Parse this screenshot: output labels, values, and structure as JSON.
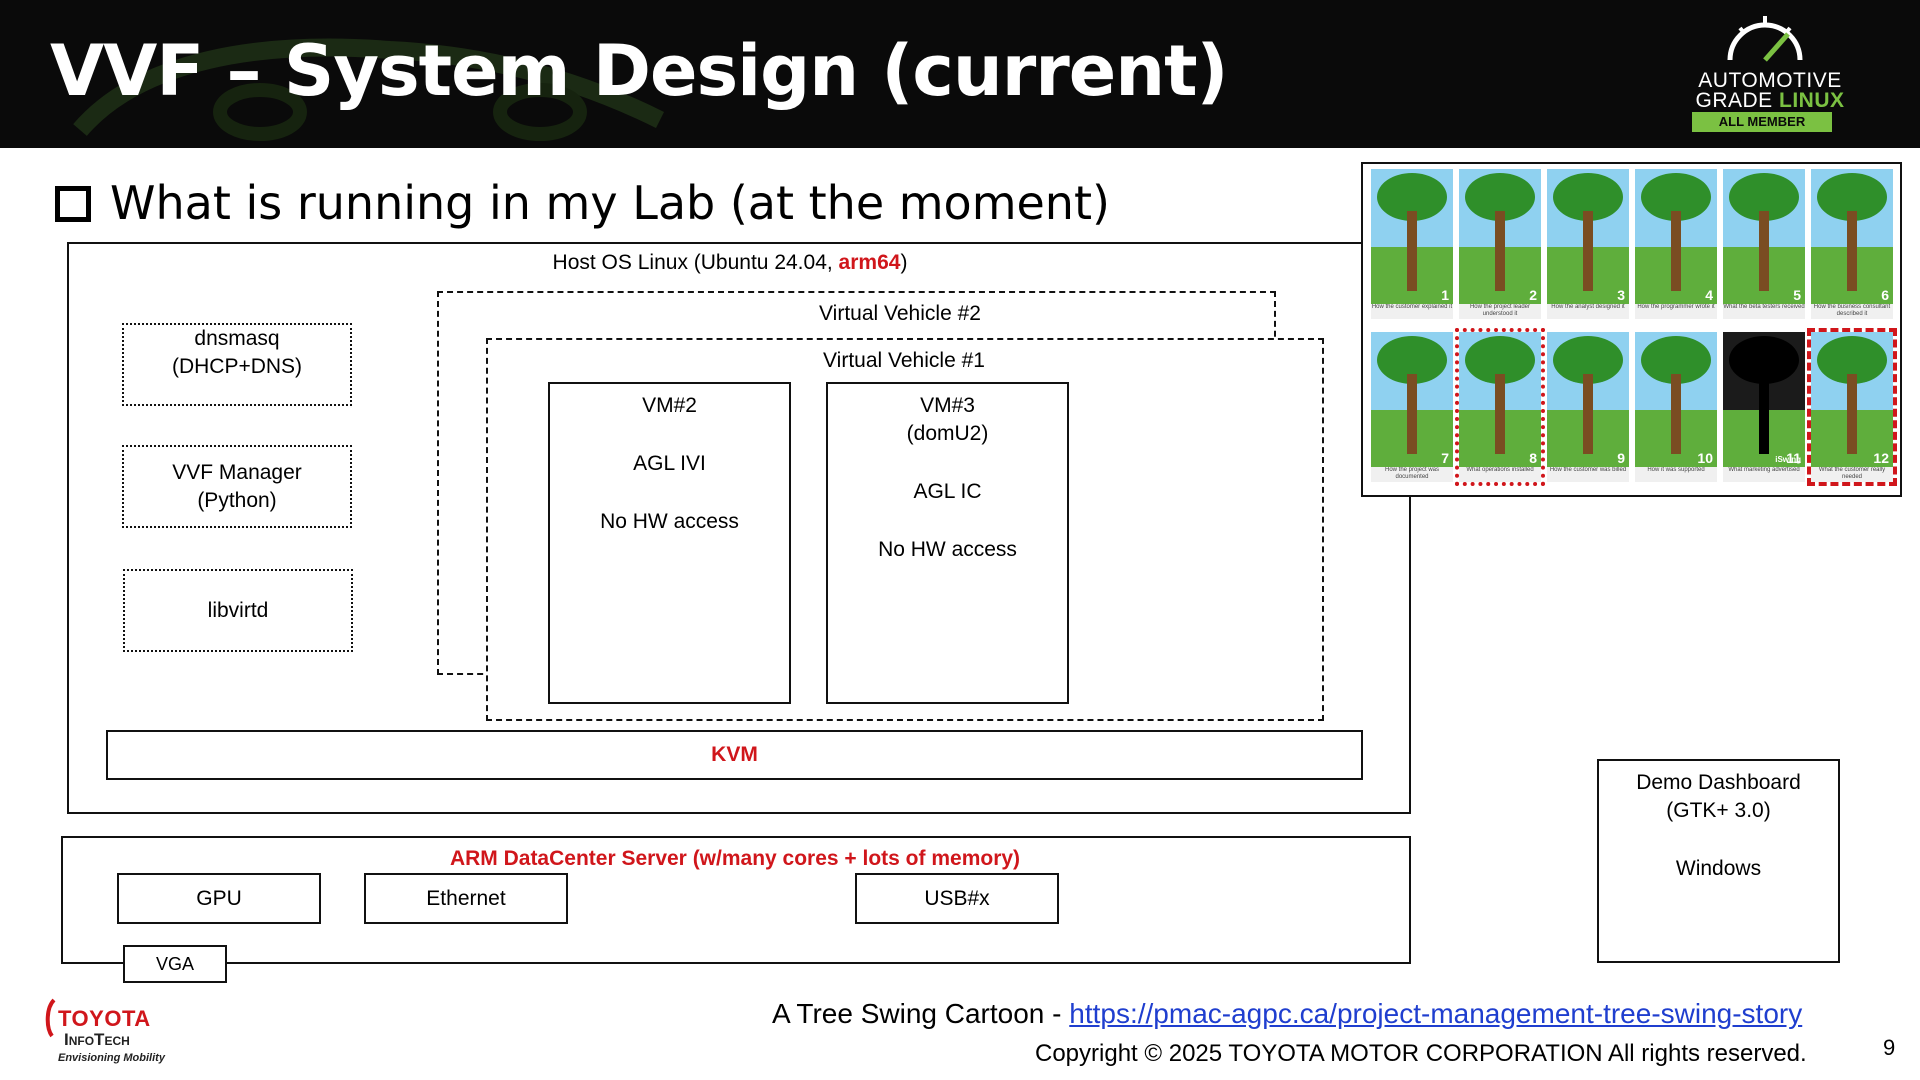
{
  "header": {
    "title": "VVF – System Design (current)",
    "logo": {
      "line1": "AUTOMOTIVE",
      "line2_a": "GRADE ",
      "line2_b": "LINUX",
      "badge": "ALL MEMBER MEETING"
    }
  },
  "bullet": {
    "text": "What is running in my Lab (at the moment)"
  },
  "diagram": {
    "host_os": {
      "prefix": "Host OS Linux (Ubuntu 24.04, ",
      "arch": "arm64",
      "suffix": ")"
    },
    "dnsmasq": {
      "line1": "dnsmasq",
      "line2": "(DHCP+DNS)"
    },
    "vvf_manager": {
      "line1": "VVF Manager",
      "line2": "(Python)"
    },
    "libvirtd": {
      "label": "libvirtd"
    },
    "vv2": {
      "label": "Virtual Vehicle #2"
    },
    "vv1": {
      "label": "Virtual Vehicle #1"
    },
    "vm2": {
      "line1": "VM#2",
      "line2": "AGL IVI",
      "line3": "No HW access"
    },
    "vm3": {
      "line1": "VM#3",
      "line2": "(domU2)",
      "line3": "AGL IC",
      "line4": "No HW access"
    },
    "kvm": {
      "label": "KVM"
    },
    "server": {
      "label": "ARM DataCenter Server (w/many cores + lots of memory)"
    },
    "gpu": {
      "label": "GPU"
    },
    "ethernet": {
      "label": "Ethernet"
    },
    "usb": {
      "label": "USB#x"
    },
    "vga": {
      "label": "VGA"
    },
    "demo": {
      "line1": "Demo Dashboard",
      "line2": "(GTK+ 3.0)",
      "line3": "Windows"
    }
  },
  "cartoon": {
    "panels": [
      {
        "num": "1",
        "caption": "How the customer explained it"
      },
      {
        "num": "2",
        "caption": "How the project leader understood it"
      },
      {
        "num": "3",
        "caption": "How the analyst designed it"
      },
      {
        "num": "4",
        "caption": "How the programmer wrote it"
      },
      {
        "num": "5",
        "caption": "What the beta testers received"
      },
      {
        "num": "6",
        "caption": "How the business consultant described it"
      },
      {
        "num": "7",
        "caption": "How the project was documented"
      },
      {
        "num": "8",
        "caption": "What operations installed"
      },
      {
        "num": "9",
        "caption": "How the customer was billed"
      },
      {
        "num": "10",
        "caption": "How it was supported"
      },
      {
        "num": "11",
        "caption": "What marketing advertised"
      },
      {
        "num": "12",
        "caption": "What the customer really needed"
      }
    ],
    "panel11_brand": "iSwing"
  },
  "footer": {
    "source_prefix": "A Tree Swing Cartoon - ",
    "source_url": "https://pmac-agpc.ca/project-management-tree-swing-story",
    "copyright": "Copyright ©  2025 TOYOTA MOTOR CORPORATION All rights reserved.",
    "page_number": "9",
    "toyota": {
      "line1": "TOYOTA",
      "line2": "InfoTech",
      "tagline": "Envisioning Mobility"
    }
  },
  "colors": {
    "accent_red": "#d0161b",
    "agl_green": "#7bc142",
    "link_blue": "#1f3ecf",
    "header_bg": "#0a0a0a"
  }
}
